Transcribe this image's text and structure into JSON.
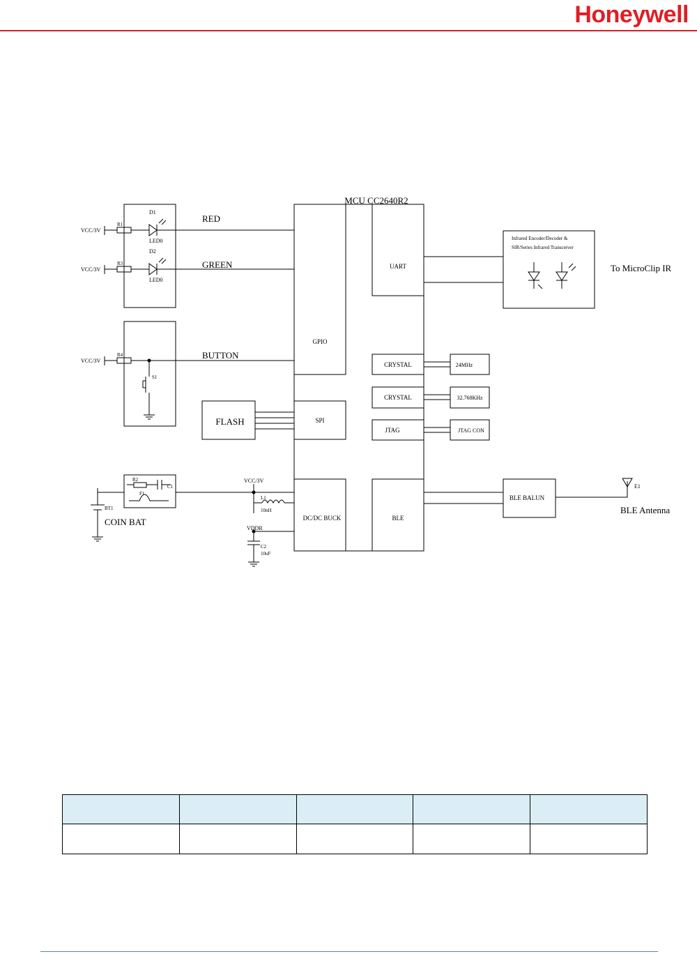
{
  "header": {
    "brand": "Honeywell",
    "brand_color": "#e01e26",
    "rule_color": "#d41c24"
  },
  "footer": {
    "rule_color": "#5a7fbd"
  },
  "diagram": {
    "mcu_title": "MCU CC2640R2",
    "blocks": {
      "gpio": "GPIO",
      "uart": "UART",
      "spi": "SPI",
      "dcdc": "DC/DC BUCK",
      "ble": "BLE",
      "crystal1": "CRYSTAL",
      "crystal2": "CRYSTAL",
      "jtag": "JTAG",
      "xtal_24": "24MHz",
      "xtal_32": "32.768KHz",
      "jtag_con": "JTAG CON",
      "flash": "FLASH",
      "ble_balun": "BLE BALUN"
    },
    "signals": {
      "red": "RED",
      "green": "GREEN",
      "button": "BUTTON"
    },
    "ir": {
      "line1": "Infrared Encoder/Decoder &",
      "line2": "SIR/Series Infrared Transceiver",
      "target": "To MicroClip IR"
    },
    "antenna": {
      "ref": "E1",
      "label": "BLE Antenna"
    },
    "components": {
      "vcc1": "VCC/3V",
      "vcc2": "VCC/3V",
      "vcc3": "VCC/3V",
      "vcc4": "VCC/3V",
      "r1": "R1",
      "r3": "R3",
      "r4": "R4",
      "r2": "R2",
      "d1": "D1",
      "d2": "D2",
      "led0a": "LED0",
      "led0b": "LED0",
      "s1": "S1",
      "c1": "C1",
      "f1": "F1",
      "bt1": "BT1",
      "coin_bat": "COIN BAT",
      "l1": "L1",
      "l1_val": "10nH",
      "vddr": "VDDR",
      "c2": "C2",
      "c2_val": "10uF"
    }
  },
  "table": {
    "header_bg": "#dbeef5",
    "columns": [
      "",
      "",
      "",
      "",
      ""
    ],
    "rows": [
      [
        "",
        "",
        "",
        "",
        ""
      ]
    ]
  }
}
